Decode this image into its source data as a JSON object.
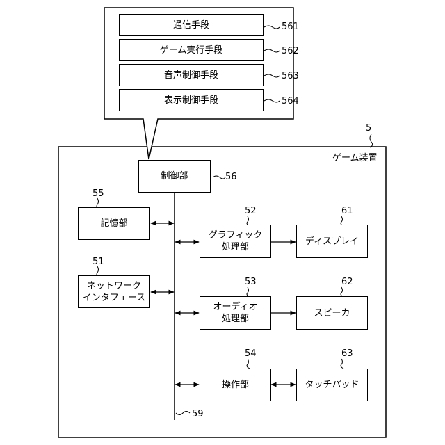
{
  "callout": {
    "items": [
      {
        "label": "通信手段",
        "ref": "561"
      },
      {
        "label": "ゲーム実行手段",
        "ref": "562"
      },
      {
        "label": "音声制御手段",
        "ref": "563"
      },
      {
        "label": "表示制御手段",
        "ref": "564"
      }
    ]
  },
  "device": {
    "title": "ゲーム装置",
    "ref": "5"
  },
  "blocks": {
    "control": {
      "label": "制御部",
      "ref": "56"
    },
    "storage": {
      "label": "記憶部",
      "ref": "55"
    },
    "network": {
      "line1": "ネットワーク",
      "line2": "インタフェース",
      "ref": "51"
    },
    "graphics": {
      "line1": "グラフィック",
      "line2": "処理部",
      "ref": "52"
    },
    "audio": {
      "line1": "オーディオ",
      "line2": "処理部",
      "ref": "53"
    },
    "operation": {
      "label": "操作部",
      "ref": "54"
    },
    "display": {
      "label": "ディスプレイ",
      "ref": "61"
    },
    "speaker": {
      "label": "スピーカ",
      "ref": "62"
    },
    "touchpad": {
      "label": "タッチパッド",
      "ref": "63"
    }
  },
  "bus": {
    "ref": "59"
  }
}
